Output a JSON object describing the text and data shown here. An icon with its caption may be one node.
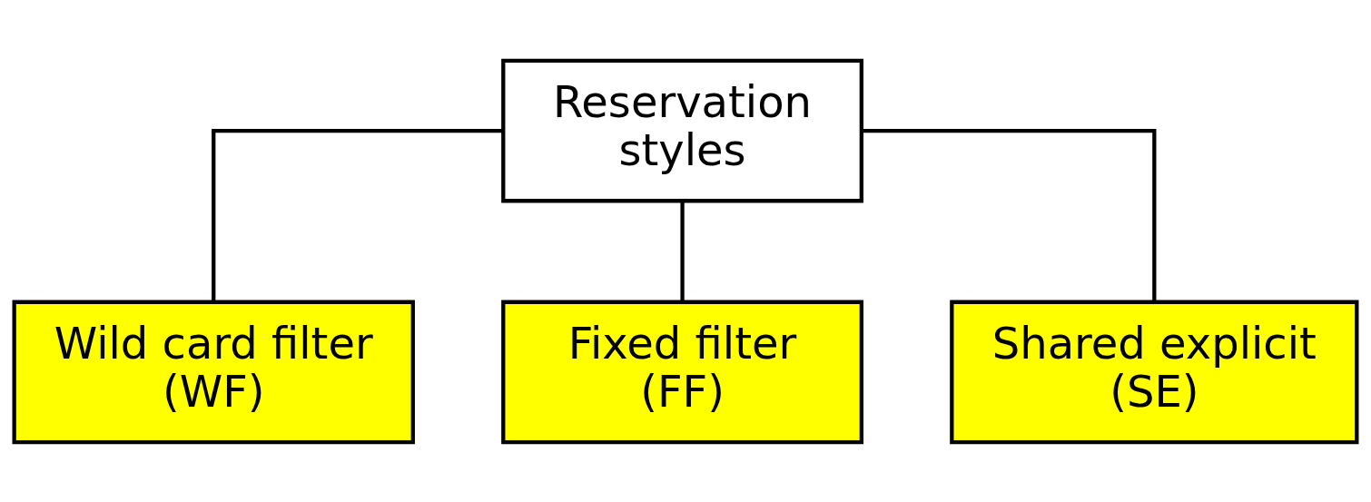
{
  "diagram": {
    "nodes": [
      {
        "text": [
          "Reservation styles"
        ]
      },
      {
        "text": [
          "Wild card filter (WF)"
        ]
      },
      {
        "text": [
          "Fixed filter (FF)"
        ]
      },
      {
        "text": [
          "Shared explicit (SE)"
        ]
      }
    ],
    "edges": [
      {
        "from": 0,
        "to": 1,
        "arrow": "none"
      },
      {
        "from": 0,
        "to": 2,
        "arrow": "none"
      },
      {
        "from": 0,
        "to": 3,
        "arrow": "none"
      }
    ]
  }
}
